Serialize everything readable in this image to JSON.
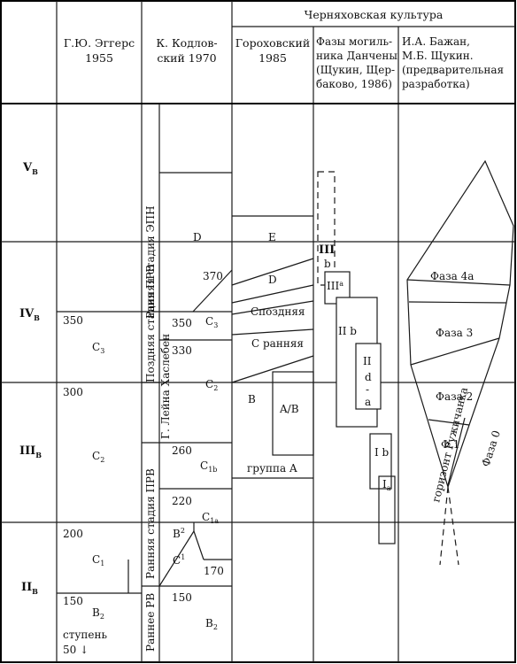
{
  "header": {
    "top_title": "Черняховская культура",
    "columns": [
      {
        "lines": [
          "Г.Ю. Эггерс",
          "1955"
        ]
      },
      {
        "lines": [
          "К. Кодлов-",
          "ский 1970"
        ]
      },
      {
        "lines": [
          "Гороховский",
          "1985"
        ]
      },
      {
        "lines": [
          "Фазы могиль-",
          "ника Данчены",
          "(Щукин, Щер-",
          "баково, 1986)"
        ]
      },
      {
        "lines": [
          "И.А. Бажан,",
          "М.Б. Щукин.",
          "(предварительная",
          "разработка)"
        ]
      }
    ]
  },
  "stages": {
    "v": {
      "main": "V",
      "sub": "B"
    },
    "iv": {
      "main": "IV",
      "sub": "B"
    },
    "iii": {
      "main": "III",
      "sub": "B"
    },
    "ii": {
      "main": "II",
      "sub": "B"
    }
  },
  "eggers": {
    "y350": "350",
    "c3": {
      "main": "C",
      "sub": "3"
    },
    "y300": "300",
    "c2": {
      "main": "C",
      "sub": "2"
    },
    "y200": "200",
    "c1": {
      "main": "C",
      "sub": "1"
    },
    "y150": "150",
    "b2": {
      "main": "B",
      "sub": "2"
    },
    "stupen": "ступень",
    "fifty": "50 ↓"
  },
  "godlowski": {
    "band_late_epn": "Ранняя стадия ЭПН",
    "band_late_prv": "Поздняя стадия ПРВ",
    "band_lein": "Г. Лейна Хаслебен",
    "band_early_prv": "Ранняя стадия ПРВ",
    "band_early_rv": "Раннее РВ",
    "d": "D",
    "y370": "370",
    "y350": "350",
    "c3": {
      "main": "C",
      "sub": "3"
    },
    "y330": "330",
    "c2": {
      "main": "C",
      "sub": "2"
    },
    "y260": "260",
    "c1b": {
      "main": "C",
      "sub": "1b"
    },
    "y220": "220",
    "c1a": {
      "main": "C",
      "sub": "1a"
    },
    "b2sup": {
      "main": "B",
      "sup": "2"
    },
    "c1sup": {
      "main": "C",
      "sup": "1"
    },
    "y170": "170",
    "y150": "150",
    "b2": {
      "main": "B",
      "sub": "2"
    }
  },
  "gorokhovsky": {
    "e": "E",
    "d": "D",
    "c_late": "Споздняя",
    "c_early": "С ранняя",
    "b": "B",
    "ab": "A/B",
    "group_a": "группа A"
  },
  "danceny": {
    "iii": "III",
    "b": "b",
    "iiia": {
      "main": "III",
      "sub": "a"
    },
    "iib": "II b",
    "ii": "II",
    "d": "d",
    "dash": "-",
    "a": "a",
    "ib": "I b",
    "ia": {
      "main": "I",
      "sub": "a"
    }
  },
  "bazhan": {
    "phase4a": "Фаза 4а",
    "phase3": "Фаза 3",
    "phase2": "Фаза 2",
    "phase1": "Ф.1",
    "phase0": "Фаза 0",
    "horizon": "горизонт Ружичанка"
  }
}
